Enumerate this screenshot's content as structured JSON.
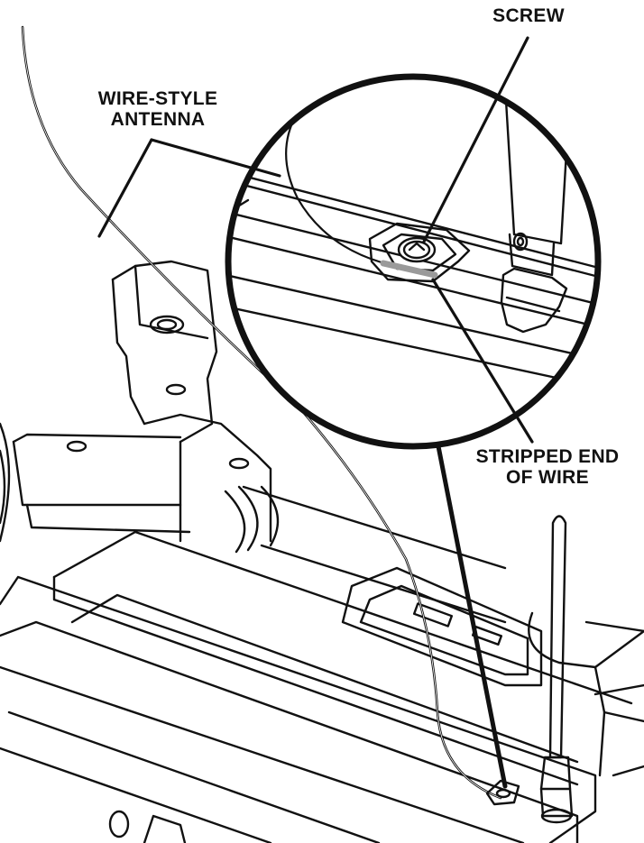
{
  "callouts": {
    "screw": {
      "line1": "SCREW"
    },
    "antenna": {
      "line1": "WIRE-STYLE",
      "line2": "ANTENNA"
    },
    "stripped_end": {
      "line1": "STRIPPED END",
      "line2": "OF WIRE"
    }
  },
  "colors": {
    "ink": "#111111",
    "background": "#ffffff",
    "stripped_wire": "#9a9a9a"
  }
}
